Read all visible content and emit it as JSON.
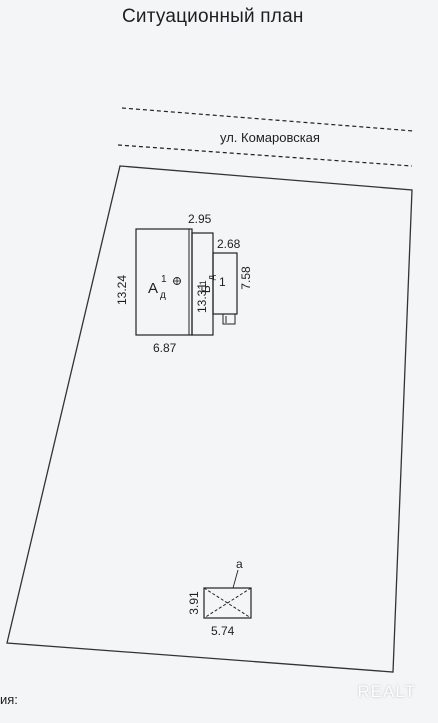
{
  "title": "Ситуационный план",
  "street": "ул. Комаровская",
  "building_a": {
    "label_main": "А",
    "label_sub": "д",
    "label_sup": "1",
    "width": "6.87",
    "height": "13.24",
    "top_dim": "2.95"
  },
  "building_b": {
    "label_main": "Б",
    "label_sub": "д",
    "label_sup": "1",
    "height": "13.31",
    "width": "2.68",
    "inner_height": "7.58",
    "floor": "1"
  },
  "structure_a": {
    "label": "а",
    "width": "5.74",
    "height": "3.91"
  },
  "footer_fragment": "ия:",
  "watermark": "REALT"
}
